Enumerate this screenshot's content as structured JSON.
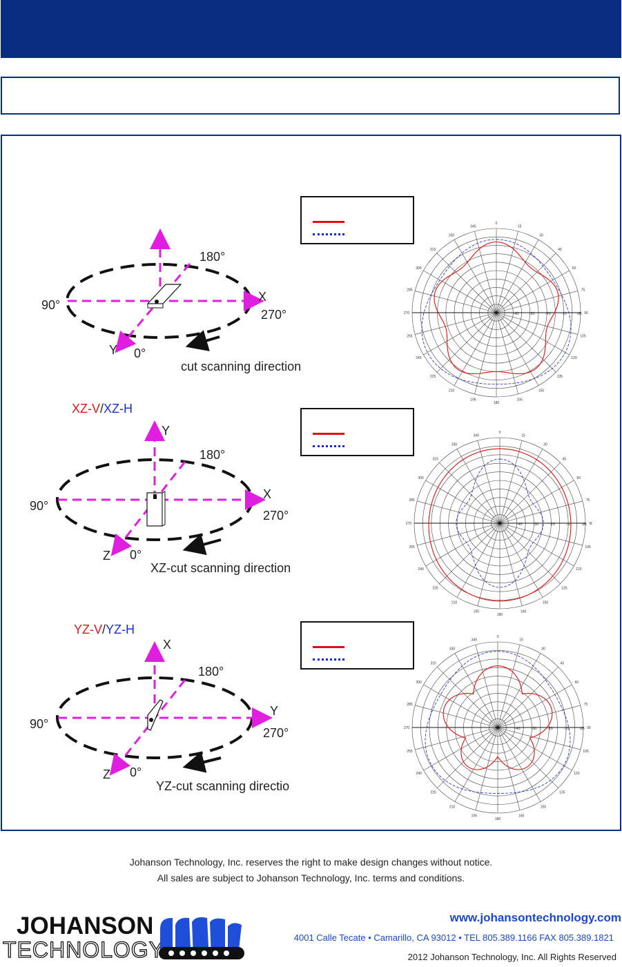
{
  "diagrams": [
    {
      "title_v": "",
      "title_sep": "",
      "title_h": "",
      "up_axis": "",
      "right_axis": "X",
      "diag_axis": "Y",
      "deg_90": "90°",
      "deg_180": "180°",
      "deg_270": "270°",
      "deg_0": "0°",
      "scan_text": "cut scanning direction"
    },
    {
      "title_v": "XZ-V",
      "title_sep": "/",
      "title_h": "XZ-H",
      "up_axis": "Y",
      "right_axis": "X",
      "diag_axis": "Z",
      "deg_90": "90°",
      "deg_180": "180°",
      "deg_270": "270°",
      "deg_0": "0°",
      "scan_text": "XZ-cut scanning direction"
    },
    {
      "title_v": "YZ-V",
      "title_sep": "/",
      "title_h": "YZ-H",
      "up_axis": "X",
      "right_axis": "Y",
      "diag_axis": "Z",
      "deg_90": "90°",
      "deg_180": "180°",
      "deg_270": "270°",
      "deg_0": "0°",
      "scan_text": "YZ-cut scanning directio"
    }
  ],
  "polar": {
    "angle_labels": [
      "0",
      "15",
      "30",
      "45",
      "60",
      "75",
      "90",
      "105",
      "120",
      "135",
      "150",
      "165",
      "180",
      "195",
      "210",
      "225",
      "240",
      "255",
      "270",
      "285",
      "300",
      "315",
      "330",
      "345"
    ],
    "radial_labels": [
      "-40",
      "-30",
      "-20",
      "-10",
      "dB"
    ],
    "colors": {
      "vertical": "#e01010",
      "horizontal": "#1526d8",
      "grid": "#333333",
      "axes_magenta": "#e01ee0",
      "brand_blue": "#0a2d82"
    }
  },
  "footer": {
    "line1": "Johanson Technology, Inc. reserves the right to make design changes without notice.",
    "line2": "All sales are subject to Johanson Technology, Inc. terms and conditions."
  },
  "company": {
    "logo_top": "JOHANSON",
    "logo_bottom": "TECHNOLOGY",
    "website": "www.johansontechnology.com",
    "address": "4001 Calle Tecate • Camarillo, CA 93012 • TEL 805.389.1166 FAX 805.389.1821",
    "copyright": "2012 Johanson Technology, Inc.  All Rights Reserved"
  }
}
